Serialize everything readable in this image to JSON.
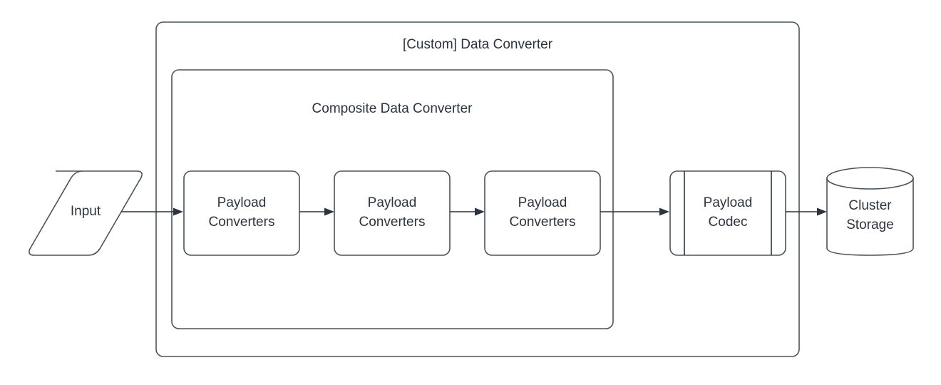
{
  "diagram": {
    "type": "flow-diagram",
    "background_color": "#ffffff",
    "stroke_color": "#49535e",
    "text_color": "#2b3440",
    "containers": [
      {
        "id": "custom-data-converter",
        "label": "[Custom] Data Converter",
        "shape": "rounded-rectangle"
      },
      {
        "id": "composite-data-converter",
        "label": "Composite Data Converter",
        "shape": "rounded-rectangle"
      }
    ],
    "nodes": [
      {
        "id": "input",
        "label": "Input",
        "shape": "parallelogram"
      },
      {
        "id": "payload-converters-1",
        "label_line1": "Payload",
        "label_line2": "Converters",
        "shape": "rounded-rectangle"
      },
      {
        "id": "payload-converters-2",
        "label_line1": "Payload",
        "label_line2": "Converters",
        "shape": "rounded-rectangle"
      },
      {
        "id": "payload-converters-3",
        "label_line1": "Payload",
        "label_line2": "Converters",
        "shape": "rounded-rectangle"
      },
      {
        "id": "payload-codec",
        "label_line1": "Payload",
        "label_line2": "Codec",
        "shape": "process"
      },
      {
        "id": "cluster-storage",
        "label_line1": "Cluster",
        "label_line2": "Storage",
        "shape": "cylinder"
      }
    ],
    "edges": [
      {
        "from": "input",
        "to": "payload-converters-1",
        "arrow": "open-end"
      },
      {
        "from": "payload-converters-1",
        "to": "payload-converters-2",
        "arrow": "open-end"
      },
      {
        "from": "payload-converters-2",
        "to": "payload-converters-3",
        "arrow": "open-end"
      },
      {
        "from": "payload-converters-3",
        "to": "payload-codec",
        "arrow": "open-end"
      },
      {
        "from": "payload-codec",
        "to": "cluster-storage",
        "arrow": "open-end"
      }
    ]
  }
}
